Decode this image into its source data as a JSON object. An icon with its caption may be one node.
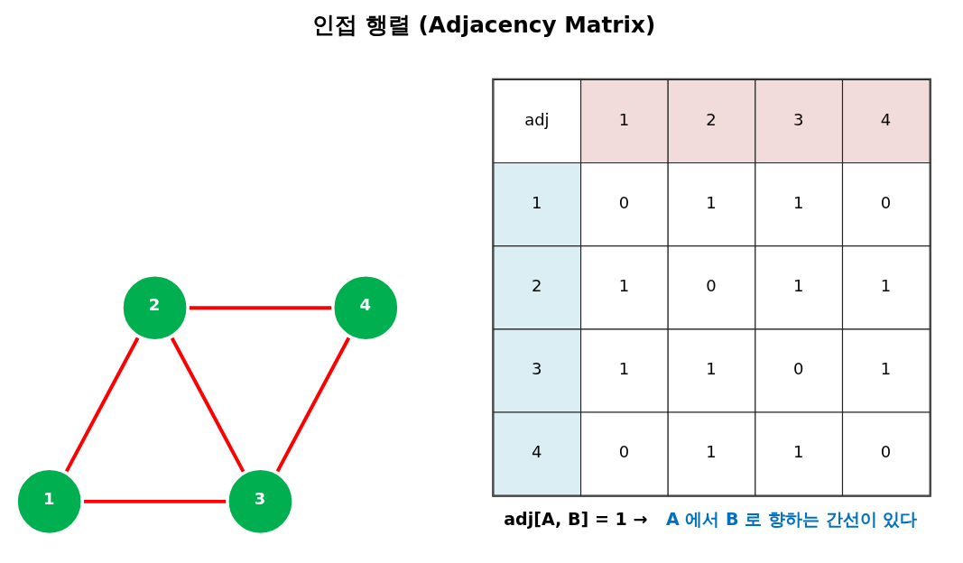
{
  "diagram": {
    "title": "인접 행렬 (Adjacency Matrix)",
    "nodes": [
      {
        "text": [
          "2"
        ]
      },
      {
        "text": [
          "4"
        ]
      },
      {
        "text": [
          "1"
        ]
      },
      {
        "text": [
          "3"
        ]
      }
    ],
    "edges": [
      {
        "from": 0,
        "to": 1,
        "arrow": "none"
      },
      {
        "from": 2,
        "to": 0,
        "arrow": "none"
      },
      {
        "from": 0,
        "to": 3,
        "arrow": "none"
      },
      {
        "from": 3,
        "to": 1,
        "arrow": "none"
      },
      {
        "from": 2,
        "to": 3,
        "arrow": "none"
      }
    ],
    "labels": [
      "adj",
      "1",
      "2",
      "3",
      "4",
      "1",
      "0",
      "1",
      "1",
      "0",
      "2",
      "1",
      "0",
      "1",
      "1",
      "3",
      "1",
      "1",
      "0",
      "1",
      "4",
      "0",
      "1",
      "1",
      "0",
      "adj[A, B] = 1 →",
      "A 에서 B 로 향하는 간선이 있다"
    ]
  }
}
